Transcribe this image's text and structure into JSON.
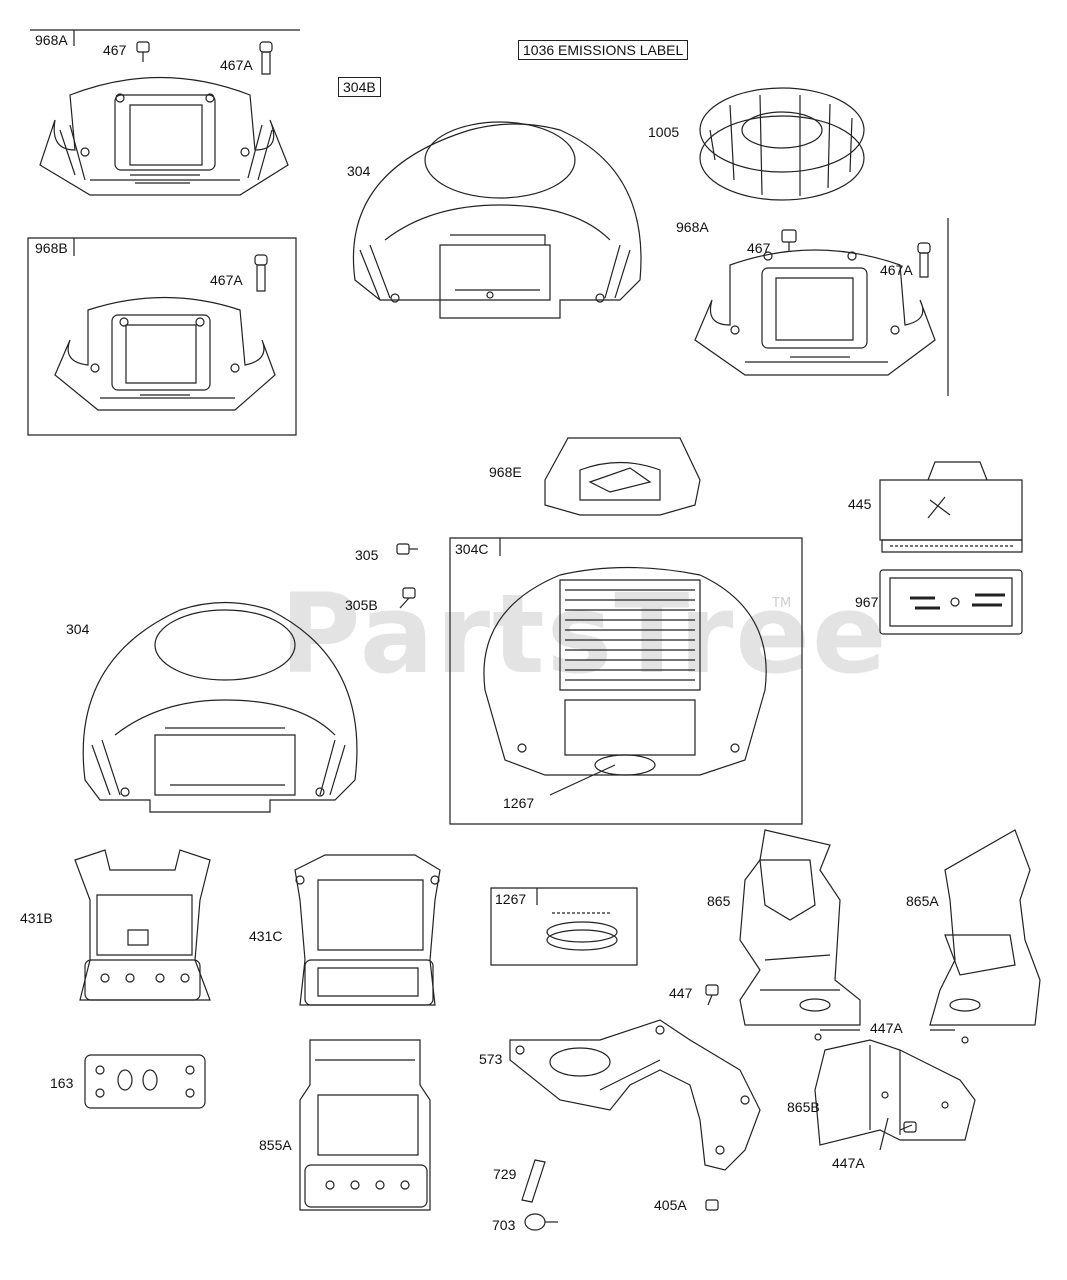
{
  "watermark": {
    "text": "PartsTree",
    "tm": "TM"
  },
  "emissions_label": "1036 EMISSIONS LABEL",
  "groups": {
    "g968A_top": "968A",
    "g968B": "968B",
    "g304B": "304B",
    "g304C": "304C",
    "g1267": "1267"
  },
  "labels": {
    "p467_a": "467",
    "p467A_a": "467A",
    "p467A_b": "467A",
    "p304_a": "304",
    "p1005": "1005",
    "p968A_b": "968A",
    "p467_b": "467",
    "p467A_c": "467A",
    "p968E": "968E",
    "p445": "445",
    "p967": "967",
    "p305": "305",
    "p305B": "305B",
    "p304_b": "304",
    "p1267": "1267",
    "p431B": "431B",
    "p431C": "431C",
    "p865": "865",
    "p865A": "865A",
    "p447": "447",
    "p447A_a": "447A",
    "p865B": "865B",
    "p447A_b": "447A",
    "p163": "163",
    "p855A": "855A",
    "p573": "573",
    "p729": "729",
    "p405A": "405A",
    "p703": "703"
  }
}
